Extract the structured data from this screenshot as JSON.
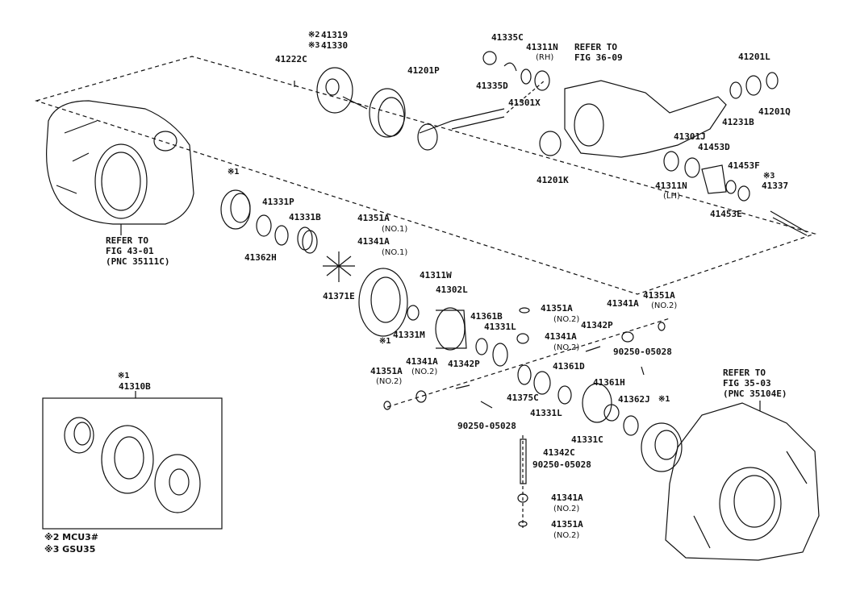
{
  "parts": [
    {
      "id": "p41222C",
      "text": "41222C"
    },
    {
      "id": "p41319",
      "text": "41319"
    },
    {
      "id": "p41330",
      "text": "41330"
    },
    {
      "id": "p41201P",
      "text": "41201P"
    },
    {
      "id": "p41335C",
      "text": "41335C"
    },
    {
      "id": "p41311N_rh",
      "text": "41311N"
    },
    {
      "id": "p41335D",
      "text": "41335D"
    },
    {
      "id": "p41301X",
      "text": "41301X"
    },
    {
      "id": "p41201L",
      "text": "41201L"
    },
    {
      "id": "p41231B",
      "text": "41231B"
    },
    {
      "id": "p41201Q",
      "text": "41201Q"
    },
    {
      "id": "p41201K",
      "text": "41201K"
    },
    {
      "id": "p41301J",
      "text": "41301J"
    },
    {
      "id": "p41453D",
      "text": "41453D"
    },
    {
      "id": "p41311N_lh",
      "text": "41311N"
    },
    {
      "id": "p41453F",
      "text": "41453F"
    },
    {
      "id": "p41337",
      "text": "41337"
    },
    {
      "id": "p41453E",
      "text": "41453E"
    },
    {
      "id": "p41331P",
      "text": "41331P"
    },
    {
      "id": "p41331B",
      "text": "41331B"
    },
    {
      "id": "p41351A_1",
      "text": "41351A"
    },
    {
      "id": "p41341A_1",
      "text": "41341A"
    },
    {
      "id": "p41362H",
      "text": "41362H"
    },
    {
      "id": "p41371E",
      "text": "41371E"
    },
    {
      "id": "p41311W",
      "text": "41311W"
    },
    {
      "id": "p41302L",
      "text": "41302L"
    },
    {
      "id": "p41331M",
      "text": "41331M"
    },
    {
      "id": "p41361B",
      "text": "41361B"
    },
    {
      "id": "p41331L_a",
      "text": "41331L"
    },
    {
      "id": "p41351A_2",
      "text": "41351A"
    },
    {
      "id": "p41341A_2",
      "text": "41341A"
    },
    {
      "id": "p41341A_3",
      "text": "41341A"
    },
    {
      "id": "p41351A_3",
      "text": "41351A"
    },
    {
      "id": "p41342P_1",
      "text": "41342P"
    },
    {
      "id": "p90250_1",
      "text": "90250-05028"
    },
    {
      "id": "p41351A_4",
      "text": "41351A"
    },
    {
      "id": "p41341A_4",
      "text": "41341A"
    },
    {
      "id": "p41342P_2",
      "text": "41342P"
    },
    {
      "id": "p90250_2",
      "text": "90250-05028"
    },
    {
      "id": "p41375C",
      "text": "41375C"
    },
    {
      "id": "p41361D",
      "text": "41361D"
    },
    {
      "id": "p41361H",
      "text": "41361H"
    },
    {
      "id": "p41331L_b",
      "text": "41331L"
    },
    {
      "id": "p41362J",
      "text": "41362J"
    },
    {
      "id": "p41331C",
      "text": "41331C"
    },
    {
      "id": "p41342C",
      "text": "41342C"
    },
    {
      "id": "p90250_3",
      "text": "90250-05028"
    },
    {
      "id": "p41341A_5",
      "text": "41341A"
    },
    {
      "id": "p41351A_5",
      "text": "41351A"
    },
    {
      "id": "p41310B",
      "text": "41310B"
    }
  ],
  "subs": [
    {
      "id": "s_rh",
      "text": "(RH)"
    },
    {
      "id": "s_lh",
      "text": "(LH)"
    },
    {
      "id": "s_no1a",
      "text": "(NO.1)"
    },
    {
      "id": "s_no1b",
      "text": "(NO.1)"
    },
    {
      "id": "s_no2a",
      "text": "(NO.2)"
    },
    {
      "id": "s_no2b",
      "text": "(NO.2)"
    },
    {
      "id": "s_no2c",
      "text": "(NO.2)"
    },
    {
      "id": "s_no2d",
      "text": "(NO.2)"
    },
    {
      "id": "s_no2e",
      "text": "(NO.2)"
    },
    {
      "id": "s_no2f",
      "text": "(NO.2)"
    },
    {
      "id": "s_no2g",
      "text": "(NO.2)"
    }
  ],
  "marks": [
    {
      "id": "m_2",
      "text": "※2"
    },
    {
      "id": "m_3a",
      "text": "※3"
    },
    {
      "id": "m_3b",
      "text": "※3"
    },
    {
      "id": "m_1a",
      "text": "※1"
    },
    {
      "id": "m_1b",
      "text": "※1"
    },
    {
      "id": "m_1c",
      "text": "※1"
    },
    {
      "id": "m_1d",
      "text": "※1"
    }
  ],
  "refs": {
    "fig36": [
      "REFER TO",
      "FIG 36-09"
    ],
    "fig43": [
      "REFER TO",
      "FIG 43-01",
      "(PNC 35111C)"
    ],
    "fig35": [
      "REFER TO",
      "FIG 35-03",
      "(PNC 35104E)"
    ]
  },
  "footnotes": {
    "mcu": "※2 MCU3#",
    "gsu": "※3 GSU35"
  }
}
